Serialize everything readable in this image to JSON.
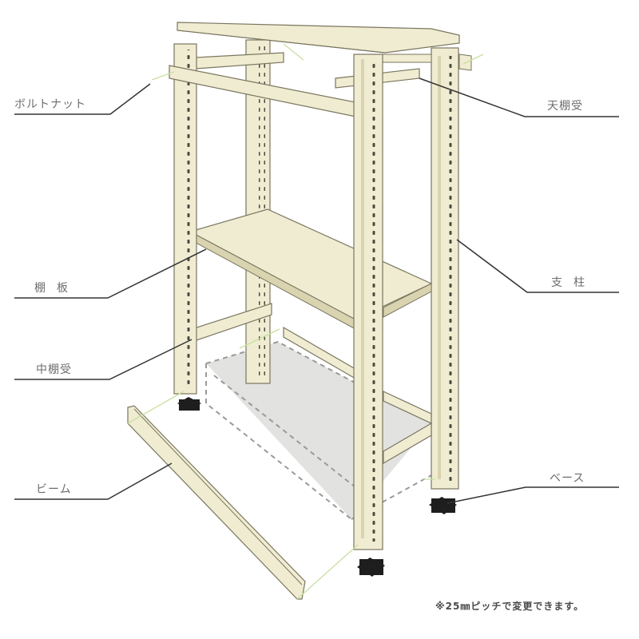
{
  "diagram": {
    "subject": "steel shelving unit exploded parts diagram",
    "colors": {
      "frame": "#f0ecd2",
      "frame_shadow": "#d9d3b0",
      "outline": "#7a7660",
      "hole": "#4b4a3e",
      "floor_panel": "#e2e2e0",
      "dash": "#9a9a9a",
      "bolt_line": "#c8e0a0",
      "foot": "#1e1e1e",
      "leader": "#333333",
      "label_text": "#6e6e6e"
    },
    "labels": [
      {
        "id": "bolt-nut",
        "text": "ボルトナット",
        "meaning": "bolt and nut",
        "side": "left"
      },
      {
        "id": "top-shelf-support",
        "text": "天棚受",
        "meaning": "top shelf support",
        "side": "right"
      },
      {
        "id": "shelf-board",
        "text": "棚板",
        "meaning": "shelf board",
        "side": "left"
      },
      {
        "id": "post",
        "text": "支柱",
        "meaning": "post / column",
        "side": "right"
      },
      {
        "id": "middle-shelf-support",
        "text": "中棚受",
        "meaning": "middle shelf support",
        "side": "left"
      },
      {
        "id": "beam",
        "text": "ビーム",
        "meaning": "beam",
        "side": "left"
      },
      {
        "id": "base",
        "text": "ベース",
        "meaning": "base / foot",
        "side": "right"
      }
    ],
    "footnote": "※25㎜ピッチで変更できます。"
  }
}
